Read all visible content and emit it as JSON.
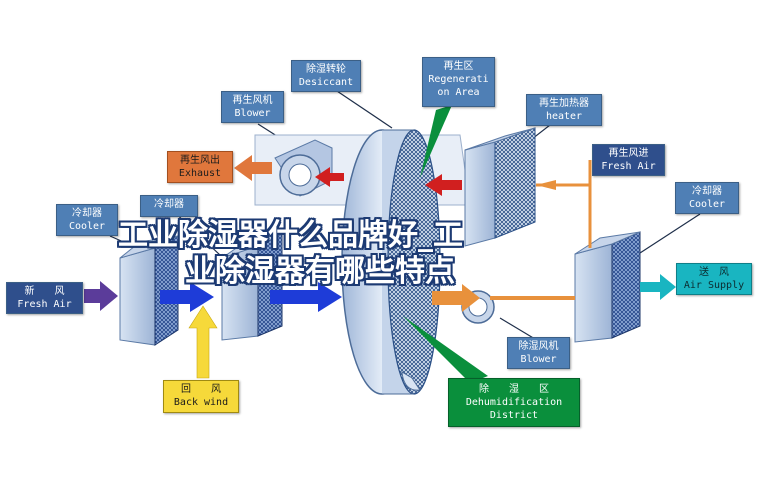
{
  "labels": {
    "desiccant": {
      "zh": "除湿转轮",
      "en": "Desiccant"
    },
    "regen_area": {
      "zh": "再生区",
      "en1": "Regenerati",
      "en2": "on Area"
    },
    "regen_blower": {
      "zh": "再生风机",
      "en": "Blower"
    },
    "regen_heater": {
      "zh": "再生加热器",
      "en": "heater"
    },
    "regen_exhaust": {
      "zh": "再生风出",
      "en": "Exhaust"
    },
    "regen_fresh_air": {
      "zh": "再生风进",
      "en": "Fresh Air"
    },
    "cooler_left": {
      "zh": "冷却器",
      "en": "Cooler"
    },
    "cooler_second": {
      "zh": "冷却器"
    },
    "cooler_right": {
      "zh": "冷却器",
      "en": "Cooler"
    },
    "fresh_air": {
      "zh": "新　　风",
      "en": "Fresh Air"
    },
    "supply": {
      "zh": "送　风",
      "en": "Air Supply"
    },
    "back_wind": {
      "zh": "回　　风",
      "en": "Back wind"
    },
    "dehum_blower": {
      "zh": "除湿风机",
      "en": "Blower"
    },
    "dehum_district": {
      "zh": "除　　湿　　区",
      "en1": "Dehumidification",
      "en2": "District"
    }
  },
  "overlay": {
    "line1": "工业除湿器什么品牌好_工",
    "line2": "业除湿器有哪些特点"
  },
  "colors": {
    "label_blue": "#4f7fb5",
    "exhaust": "#e0773c",
    "supply": "#19b5c1",
    "back_wind": "#f6d93a",
    "dehum": "#0a8f3c",
    "fresh_arrow": "#5b3c9a",
    "process_arrow": "#1e3cd8",
    "regen_arrow": "#d11f1f",
    "hot_arrow": "#e8913c"
  }
}
